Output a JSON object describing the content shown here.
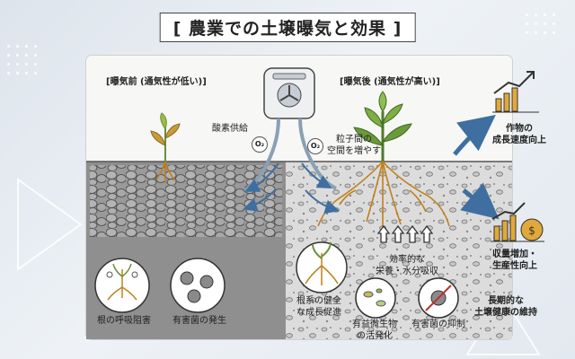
{
  "title": "[ 農業での土壌曝気と効果 ]",
  "before": {
    "heading": "[曝気前 (通気性が低い)]",
    "effects": [
      "根の呼吸阻害",
      "有害菌の発生"
    ]
  },
  "after": {
    "heading": "[曝気後 (通気性が高い)]",
    "oxygen_label": "酸素供給",
    "particles_label": [
      "粒子間の",
      "空間を増やす"
    ],
    "absorption_label": [
      "効率的な",
      "栄養・水分吸収"
    ],
    "effects": [
      [
        "根系の健全",
        "な成長促進"
      ],
      [
        "有益微生物",
        "の活発化"
      ],
      [
        "有害菌の抑制"
      ]
    ]
  },
  "o2_symbol": "O₂",
  "outcomes": [
    {
      "icon": "bar-chart-up-icon",
      "lines": [
        "作物の",
        "成長速度向上"
      ]
    },
    {
      "icon": "money-bag-chart-icon",
      "lines": [
        "収量増加・",
        "生産性向上"
      ]
    },
    {
      "icon": "soil-health-icon",
      "lines": [
        "長期的な",
        "土壌健康の維持"
      ]
    }
  ],
  "colors": {
    "soil_dark": "#8f8f8f",
    "soil_light": "#d8d8d8",
    "leaf": "#6b8f3a",
    "accent": "#e1a83a",
    "arrow": "#3f6fa0"
  }
}
